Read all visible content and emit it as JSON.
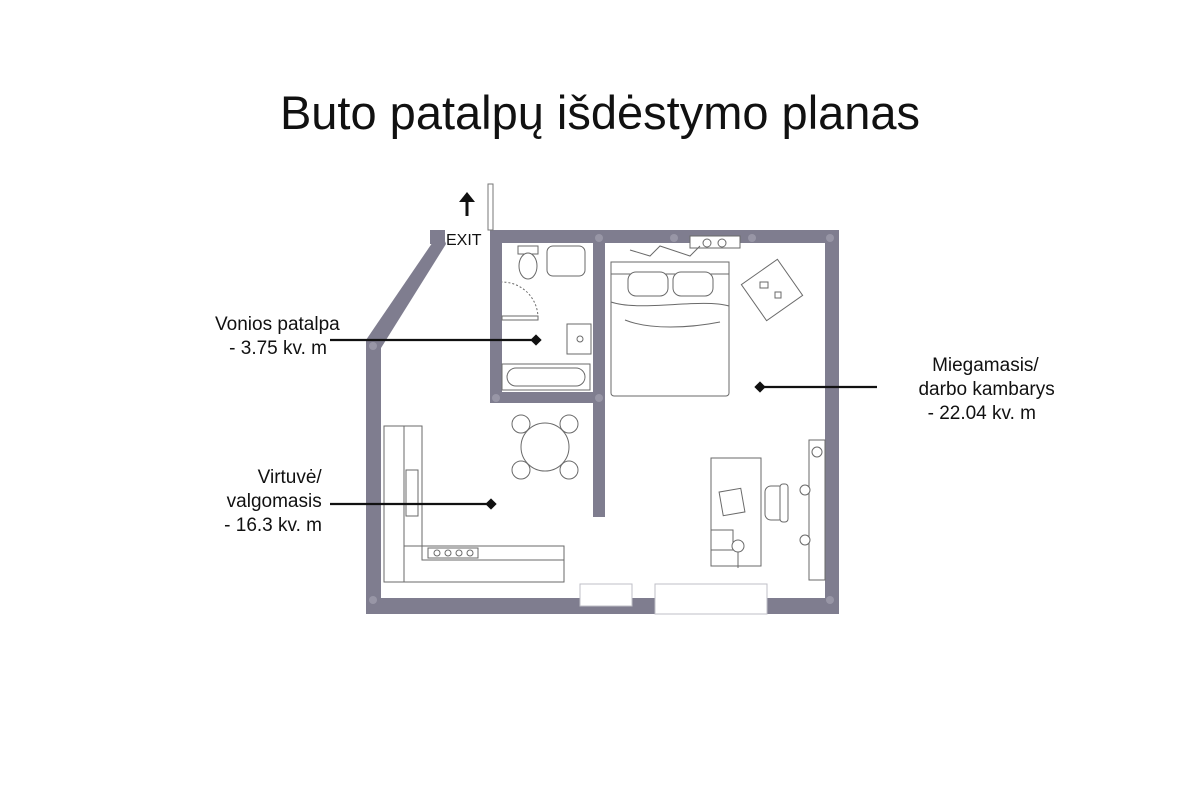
{
  "title": "Buto patalpų išdėstymo planas",
  "exit_label": "EXIT",
  "rooms": [
    {
      "id": "bathroom",
      "lines": [
        "Vonios patalpa",
        "- 3.75 kv. m"
      ]
    },
    {
      "id": "kitchen",
      "lines": [
        "Virtuvė/",
        "valgomasis",
        "- 16.3 kv. m"
      ]
    },
    {
      "id": "bedroom",
      "lines": [
        "Miegamasis/",
        "darbo kambarys",
        "- 22.04 kv. m"
      ]
    }
  ],
  "colors": {
    "wall": "#7f7d8f",
    "text": "#111111",
    "background": "#ffffff"
  },
  "icons": [
    "exit-arrow-icon",
    "door-swing-icon",
    "toilet-icon",
    "bathtub-icon",
    "sink-icon",
    "bed-icon",
    "desk-icon",
    "chair-icon",
    "dining-table-icon",
    "stove-icon"
  ]
}
